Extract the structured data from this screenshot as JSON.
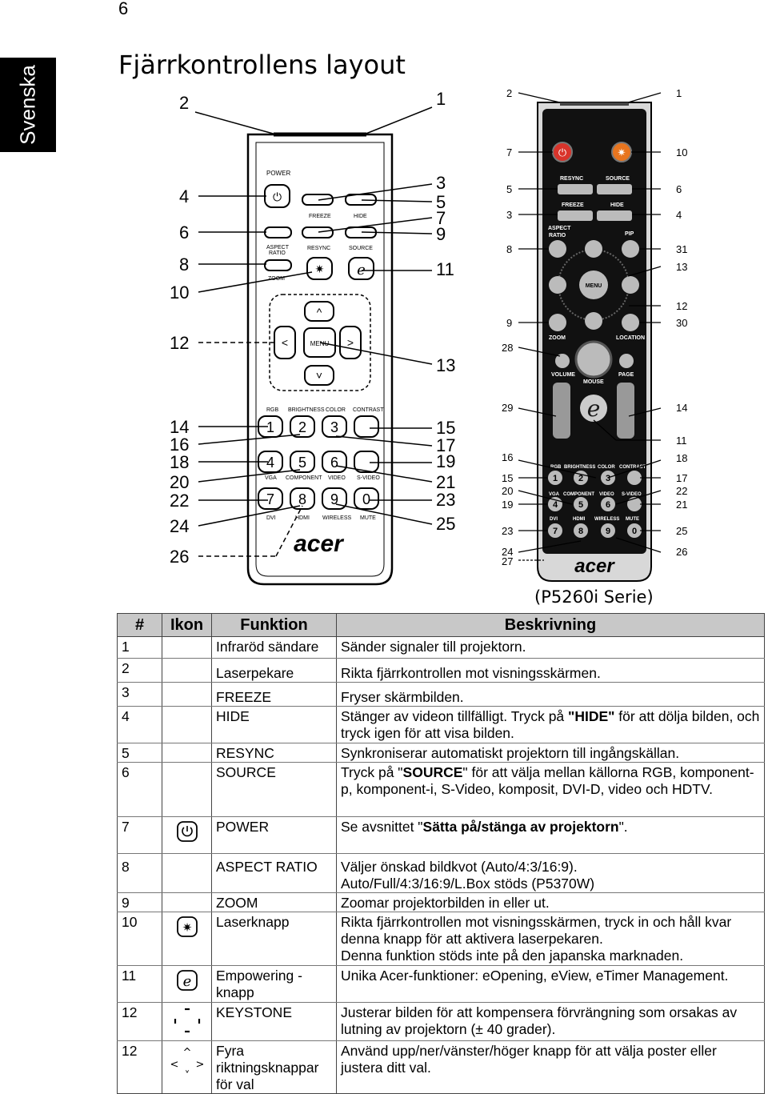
{
  "page_number": "6",
  "side_tab": "Svenska",
  "title": "Fjärrkontrollens layout",
  "figure": {
    "serie_label": "(P5260i Serie)",
    "left_remote": {
      "labels": {
        "power": "POWER",
        "freeze": "FREEZE",
        "hide": "HIDE",
        "aspect": "ASPECT",
        "ratio": "RATIO",
        "resync": "RESYNC",
        "source": "SOURCE",
        "zoom": "ZOOM",
        "menu": "MENU",
        "rgb": "RGB",
        "brightness": "BRIGHTNESS",
        "color": "COLOR",
        "contrast": "CONTRAST",
        "vga": "VGA",
        "component": "COMPONENT",
        "video": "VIDEO",
        "svideo": "S-VIDEO",
        "dvi": "DVI",
        "hdmi": "HDMI",
        "wireless": "WIRELESS",
        "mute": "MUTE",
        "brand": "acer",
        "e": "e"
      },
      "keys": [
        "1",
        "2",
        "3",
        "4",
        "5",
        "6",
        "7",
        "8",
        "9",
        "0"
      ],
      "callouts_left": [
        "2",
        "4",
        "6",
        "8",
        "10",
        "12",
        "14",
        "16",
        "18",
        "20",
        "22",
        "24",
        "26"
      ],
      "callouts_right": [
        "1",
        "3",
        "5",
        "7",
        "9",
        "11",
        "13",
        "15",
        "17",
        "19",
        "21",
        "23",
        "25"
      ]
    },
    "right_remote": {
      "labels": {
        "resync": "RESYNC",
        "source": "SOURCE",
        "freeze": "FREEZE",
        "hide": "HIDE",
        "aspect": "ASPECT",
        "ratio": "RATIO",
        "pip": "PIP",
        "menu": "MENU",
        "zoom": "ZOOM",
        "location": "LOCATION",
        "volume": "VOLUME",
        "page": "PAGE",
        "mouse": "MOUSE",
        "rgb": "RGB",
        "brightness": "BRIGHTNESS",
        "color": "COLOR",
        "contrast": "CONTRAST",
        "vga": "VGA",
        "component": "COMPONENT",
        "video": "VIDEO",
        "svideo": "S-VIDEO",
        "dvi": "DVI",
        "hdmi": "HDMI",
        "wireless": "WIRELESS",
        "mute": "MUTE",
        "brand": "acer",
        "e": "e"
      },
      "keys": [
        "1",
        "2",
        "3",
        "4",
        "5",
        "6",
        "7",
        "8",
        "9",
        "0"
      ],
      "callouts_left": [
        "2",
        "7",
        "5",
        "3",
        "8",
        "9",
        "28",
        "29",
        "16",
        "15",
        "20",
        "19",
        "23",
        "24",
        "27"
      ],
      "callouts_right": [
        "1",
        "10",
        "6",
        "4",
        "31",
        "13",
        "12",
        "30",
        "14",
        "11",
        "18",
        "17",
        "22",
        "21",
        "25",
        "26"
      ]
    }
  },
  "table": {
    "headers": [
      "#",
      "Ikon",
      "Funktion",
      "Beskrivning"
    ],
    "rows": [
      {
        "num": "1",
        "icon": "",
        "func": "Infraröd sändare",
        "desc": "Sänder signaler till projektorn."
      },
      {
        "num": "2",
        "icon": "",
        "func": "Laserpekare",
        "desc": "Rikta fjärrkontrollen mot visningsskärmen."
      },
      {
        "num": "3",
        "icon": "",
        "func": "FREEZE",
        "desc": "Fryser skärmbilden."
      },
      {
        "num": "4",
        "icon": "",
        "func": "HIDE",
        "desc_a": "Stänger av videon tillfälligt. Tryck på ",
        "desc_b": "\"HIDE\"",
        "desc_c": " för att dölja bilden, och tryck igen för att visa bilden."
      },
      {
        "num": "5",
        "icon": "",
        "func": "RESYNC",
        "desc": "Synkroniserar automatiskt projektorn till ingångskällan."
      },
      {
        "num": "6",
        "icon": "",
        "func": "SOURCE",
        "desc_a": "Tryck på \"",
        "desc_b": "SOURCE",
        "desc_c": "\" för att välja mellan källorna RGB, komponent-p, komponent-i, S-Video, komposit, DVI-D, video och HDTV."
      },
      {
        "num": "7",
        "icon": "power-icon",
        "func": "POWER",
        "desc_a": "Se avsnittet \"",
        "desc_b": "Sätta på/stänga av projektorn",
        "desc_c": "\"."
      },
      {
        "num": "8",
        "icon": "",
        "func": "ASPECT RATIO",
        "desc": "Väljer önskad bildkvot (Auto/4:3/16:9).",
        "desc2": "Auto/Full/4:3/16:9/L.Box stöds (P5370W)"
      },
      {
        "num": "9",
        "icon": "",
        "func": "ZOOM",
        "desc": "Zoomar projektorbilden in eller ut."
      },
      {
        "num": "10",
        "icon": "laser-icon",
        "func": "Laserknapp",
        "desc": "Rikta fjärrkontrollen mot visningsskärmen, tryck in och håll kvar denna knapp för att aktivera laserpekaren.",
        "desc2": "Denna funktion stöds inte på den japanska marknaden."
      },
      {
        "num": "11",
        "icon": "empowering-icon",
        "func": "Empowering - knapp",
        "desc": "Unika Acer-funktioner: eOpening, eView, eTimer Management."
      },
      {
        "num": "12",
        "icon": "keystone-icon",
        "func": "KEYSTONE",
        "desc": "Justerar bilden för att kompensera förvrängning som orsakas av lutning av projektorn (± 40 grader)."
      },
      {
        "num": "12",
        "icon": "arrows-icon",
        "func": "Fyra riktningsknappar för val",
        "desc": "Använd upp/ner/vänster/höger knapp för att välja poster eller justera ditt val."
      }
    ]
  }
}
